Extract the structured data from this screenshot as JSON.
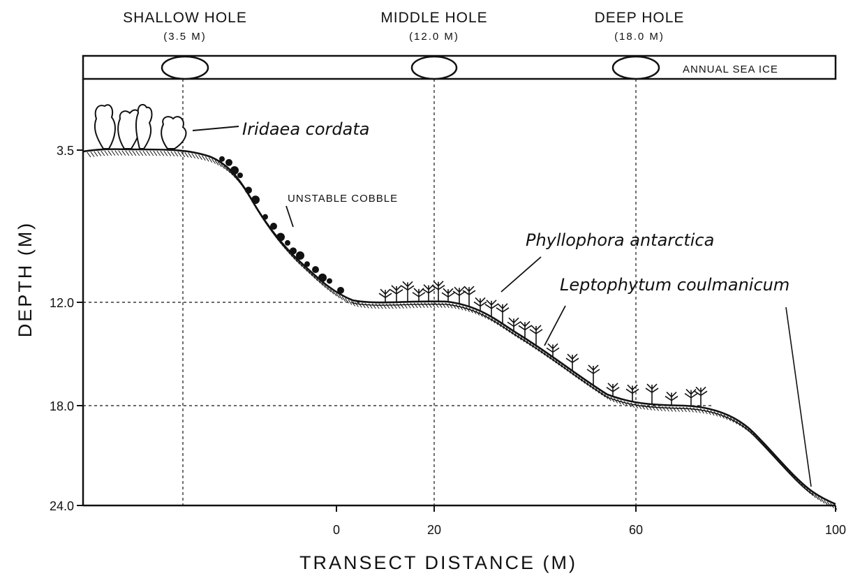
{
  "holes": [
    {
      "name": "SHALLOW HOLE",
      "depth": "(3.5 M)"
    },
    {
      "name": "MIDDLE HOLE",
      "depth": "(12.0 M)"
    },
    {
      "name": "DEEP HOLE",
      "depth": "(18.0 M)"
    }
  ],
  "ice_label": "ANNUAL SEA ICE",
  "species": {
    "iridaea": "Iridaea cordata",
    "phyllophora": "Phyllophora antarctica",
    "leptophytum": "Leptophytum coulmanicum"
  },
  "substrate_label": "UNSTABLE COBBLE",
  "y_axis": {
    "title": "DEPTH (M)",
    "ticks": [
      "3.5",
      "12.0",
      "18.0",
      "24.0"
    ]
  },
  "x_axis": {
    "title": "TRANSECT DISTANCE (M)",
    "ticks": [
      "0",
      "20",
      "60",
      "100"
    ]
  },
  "colors": {
    "ink": "#111111",
    "background": "#ffffff"
  }
}
